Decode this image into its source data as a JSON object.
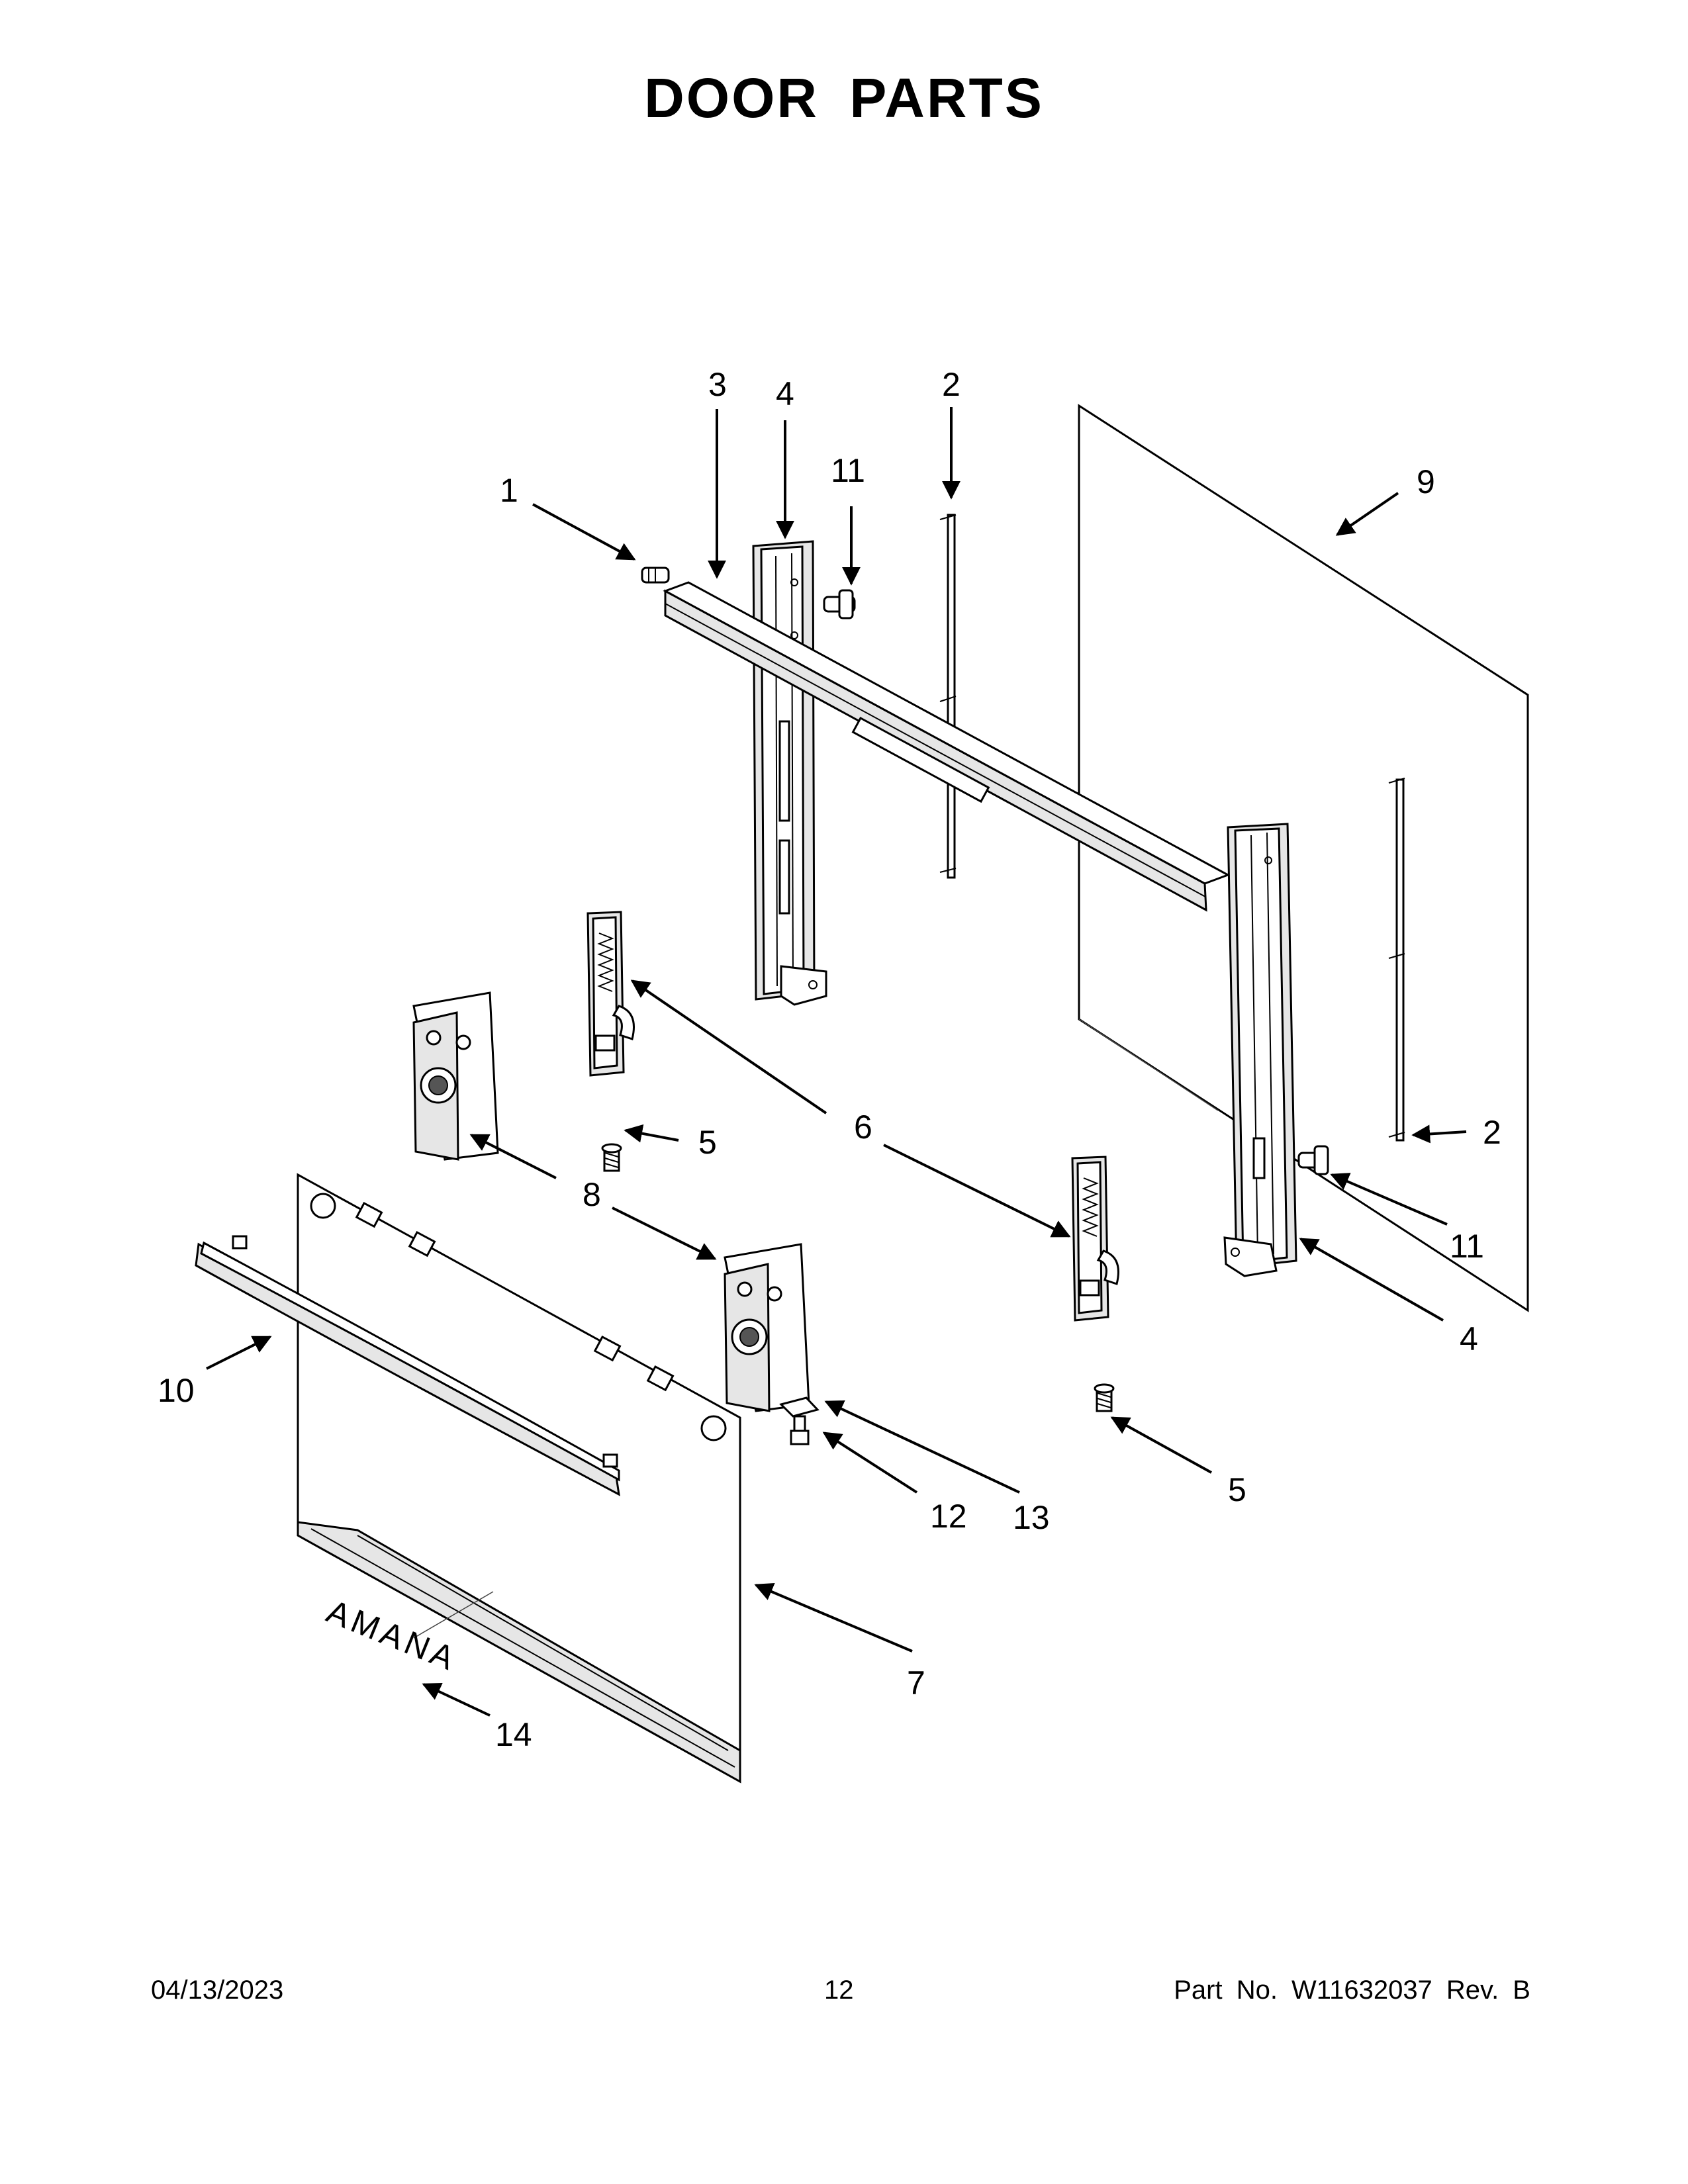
{
  "title": "DOOR PARTS",
  "footer": {
    "date": "04/13/2023",
    "page": "12",
    "part_no": "Part No.  W11632037  Rev.  B"
  },
  "diagram": {
    "logo_text": "AMANA",
    "callouts": {
      "c1": "1",
      "c2a": "2",
      "c2b": "2",
      "c3": "3",
      "c4a": "4",
      "c4b": "4",
      "c5a": "5",
      "c5b": "5",
      "c6": "6",
      "c7": "7",
      "c8": "8",
      "c9": "9",
      "c10": "10",
      "c11a": "11",
      "c11b": "11",
      "c12": "12",
      "c13": "13",
      "c14": "14"
    }
  }
}
